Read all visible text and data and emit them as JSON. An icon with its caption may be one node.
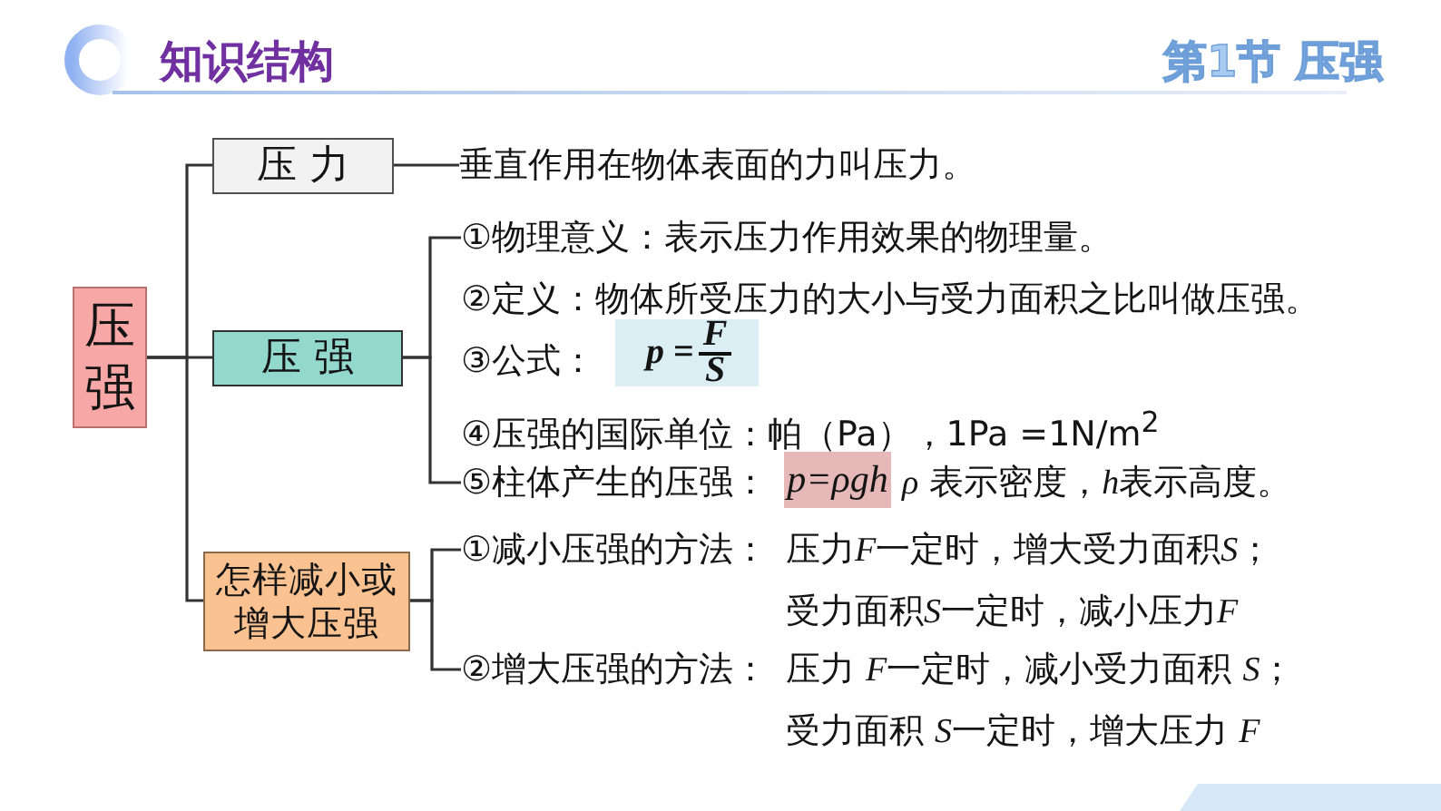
{
  "diagram": {
    "title": "知识结构",
    "nodes": [
      {
        "text": [
          "压强"
        ]
      },
      {
        "text": [
          "压 力"
        ]
      },
      {
        "text": [
          "垂直作用在物体表面的力叫压力。"
        ]
      },
      {
        "text": [
          "压 强"
        ]
      },
      {
        "text": [
          "①物理意义：表示压力作用效果的物理量。"
        ]
      },
      {
        "text": [
          "②定义：物体所受压力的大小与受力面积之比叫做压强。"
        ]
      },
      {
        "text": [
          "③公式："
        ]
      },
      {
        "text": [
          "*p* =",
          "F",
          "S"
        ]
      },
      {
        "text": [
          "④压强的国际单位：帕（Pa），1Pa =1N/m$^{2}$"
        ]
      },
      {
        "text": [
          "⑤柱体产生的压强："
        ]
      },
      {
        "text": [
          "p=ρgh"
        ],
        "beside": [
          "ρ 表示密度，h表示高度。"
        ]
      },
      {
        "text": [
          "怎样减小或增大压强"
        ]
      },
      {
        "text": [
          "①减小压强的方法：",
          "压力F一定时，增大受力面积S；",
          "受力面积S一定时，减小压力F"
        ]
      },
      {
        "text": [
          "②增大压强的方法：",
          "压力 F一定时，减小受力面积 S；",
          "受力面积 S一定时，增大压力 F"
        ]
      }
    ],
    "edges": [
      {
        "from": 0,
        "to": 1,
        "arrow": "none"
      },
      {
        "from": 0,
        "to": 3,
        "arrow": "none"
      },
      {
        "from": 0,
        "to": 11,
        "arrow": "none"
      },
      {
        "from": 1,
        "to": 2,
        "arrow": "none"
      },
      {
        "from": 3,
        "to": 4,
        "arrow": "none"
      },
      {
        "from": 3,
        "to": 9,
        "arrow": "none"
      },
      {
        "from": 11,
        "to": 12,
        "arrow": "none"
      },
      {
        "from": 11,
        "to": 13,
        "arrow": "none"
      }
    ],
    "labels": [
      "第1节 压强"
    ]
  }
}
